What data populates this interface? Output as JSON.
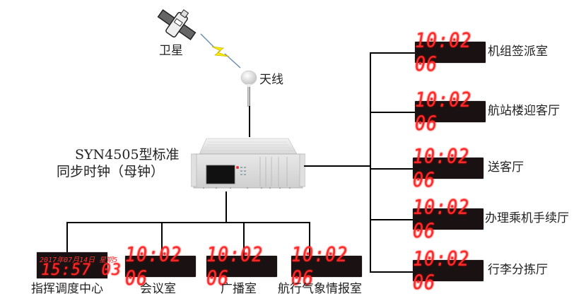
{
  "satellite": {
    "label": "卫星",
    "icon": "satellite-icon"
  },
  "signal": {
    "icon": "lightning-icon",
    "color": "#ffee00"
  },
  "antenna": {
    "label": "天线",
    "icon": "antenna-icon"
  },
  "master_clock": {
    "title_line1": "SYN4505型标准",
    "title_line2": "同步时钟（母钟）",
    "icon": "rack-server-icon"
  },
  "right_clocks": [
    {
      "time": "10:02 06",
      "label": "机组签派室"
    },
    {
      "time": "10:02 06",
      "label": "航站楼迎客厅"
    },
    {
      "time": "10:02 06",
      "label": "送客厅"
    },
    {
      "time": "10:02 06",
      "label": "办理乘机手续厅"
    },
    {
      "time": "10:02 06",
      "label": "行李分拣厅"
    }
  ],
  "bottom_clocks": [
    {
      "date": "2017年07月14日 星期5",
      "time": "15:57 03",
      "label": "指挥调度中心"
    },
    {
      "time": "10:02 06",
      "label": "会议室"
    },
    {
      "time": "10:02 06",
      "label": "广播室"
    },
    {
      "time": "10:02 06",
      "label": "航行气象情报室"
    }
  ],
  "colors": {
    "display_bg": "#1a1212",
    "digit_red": "#ff2a2a",
    "line": "#000000"
  }
}
